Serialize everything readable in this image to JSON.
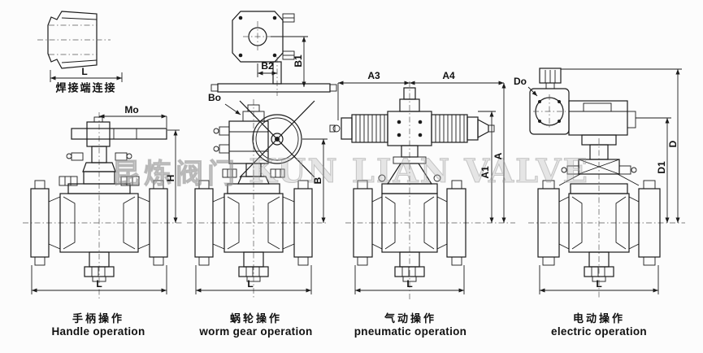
{
  "watermark": {
    "cn": "昆炼阀门",
    "en": "KUN LIAN VALVE"
  },
  "weld_detail": {
    "dim_l": "L",
    "caption_cn": "焊接端连接"
  },
  "valve_handle": {
    "dim_mo": "Mo",
    "dim_h": "H",
    "dim_l": "L",
    "caption_cn": "手柄操作",
    "caption_en": "Handle operation"
  },
  "valve_worm": {
    "dim_bo": "Bo",
    "dim_b1": "B1",
    "dim_b2": "B2",
    "dim_b": "B",
    "dim_l": "L",
    "caption_cn": "蜗轮操作",
    "caption_en": "worm gear operation"
  },
  "valve_pneumatic": {
    "dim_a3": "A3",
    "dim_a4": "A4",
    "dim_a": "A",
    "dim_a1": "A1",
    "dim_l": "L",
    "caption_cn": "气动操作",
    "caption_en": "pneumatic operation"
  },
  "valve_electric": {
    "dim_do": "Do",
    "dim_d": "D",
    "dim_d1": "D1",
    "dim_l": "L",
    "caption_cn": "电动操作",
    "caption_en": "electric operation"
  }
}
